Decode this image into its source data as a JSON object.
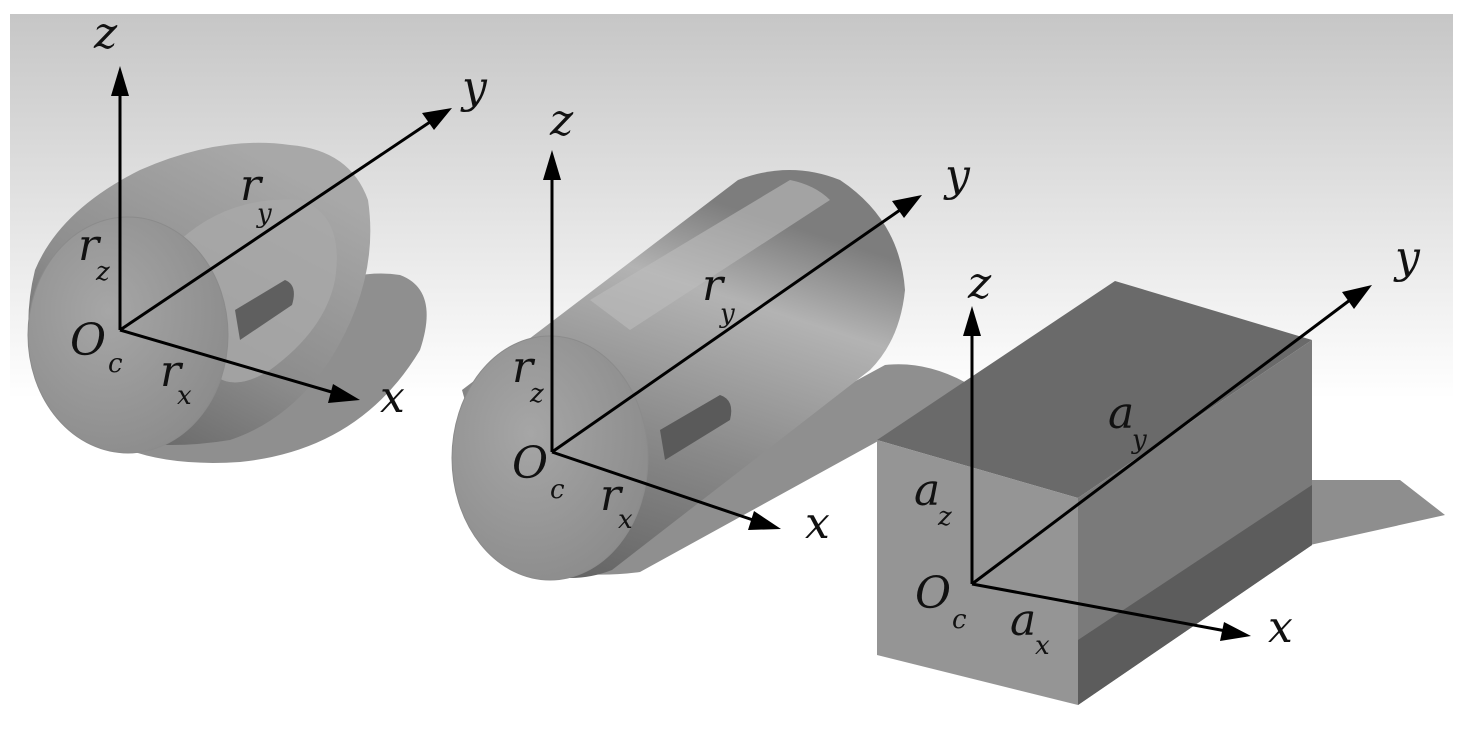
{
  "shapes": [
    {
      "name": "ellipsoid",
      "axes": {
        "z": "z",
        "y": "y",
        "x": "x"
      },
      "origin": {
        "main": "O",
        "sub": "c"
      },
      "dims": [
        {
          "main": "r",
          "sub": "z"
        },
        {
          "main": "r",
          "sub": "y"
        },
        {
          "main": "r",
          "sub": "x"
        }
      ]
    },
    {
      "name": "cylinder",
      "axes": {
        "z": "z",
        "y": "y",
        "x": "x"
      },
      "origin": {
        "main": "O",
        "sub": "c"
      },
      "dims": [
        {
          "main": "r",
          "sub": "z"
        },
        {
          "main": "r",
          "sub": "y"
        },
        {
          "main": "r",
          "sub": "x"
        }
      ]
    },
    {
      "name": "box",
      "axes": {
        "z": "z",
        "y": "y",
        "x": "x"
      },
      "origin": {
        "main": "O",
        "sub": "c"
      },
      "dims": [
        {
          "main": "a",
          "sub": "z"
        },
        {
          "main": "a",
          "sub": "y"
        },
        {
          "main": "a",
          "sub": "x"
        }
      ]
    }
  ],
  "colors": {
    "background_top": "#c9c9c9",
    "background_bottom": "#ffffff",
    "solid_light": "#9a9a9a",
    "solid_mid": "#7f7f7f",
    "solid_dark": "#606060",
    "shadow": "#8e8e8e",
    "axis": "#000000"
  }
}
